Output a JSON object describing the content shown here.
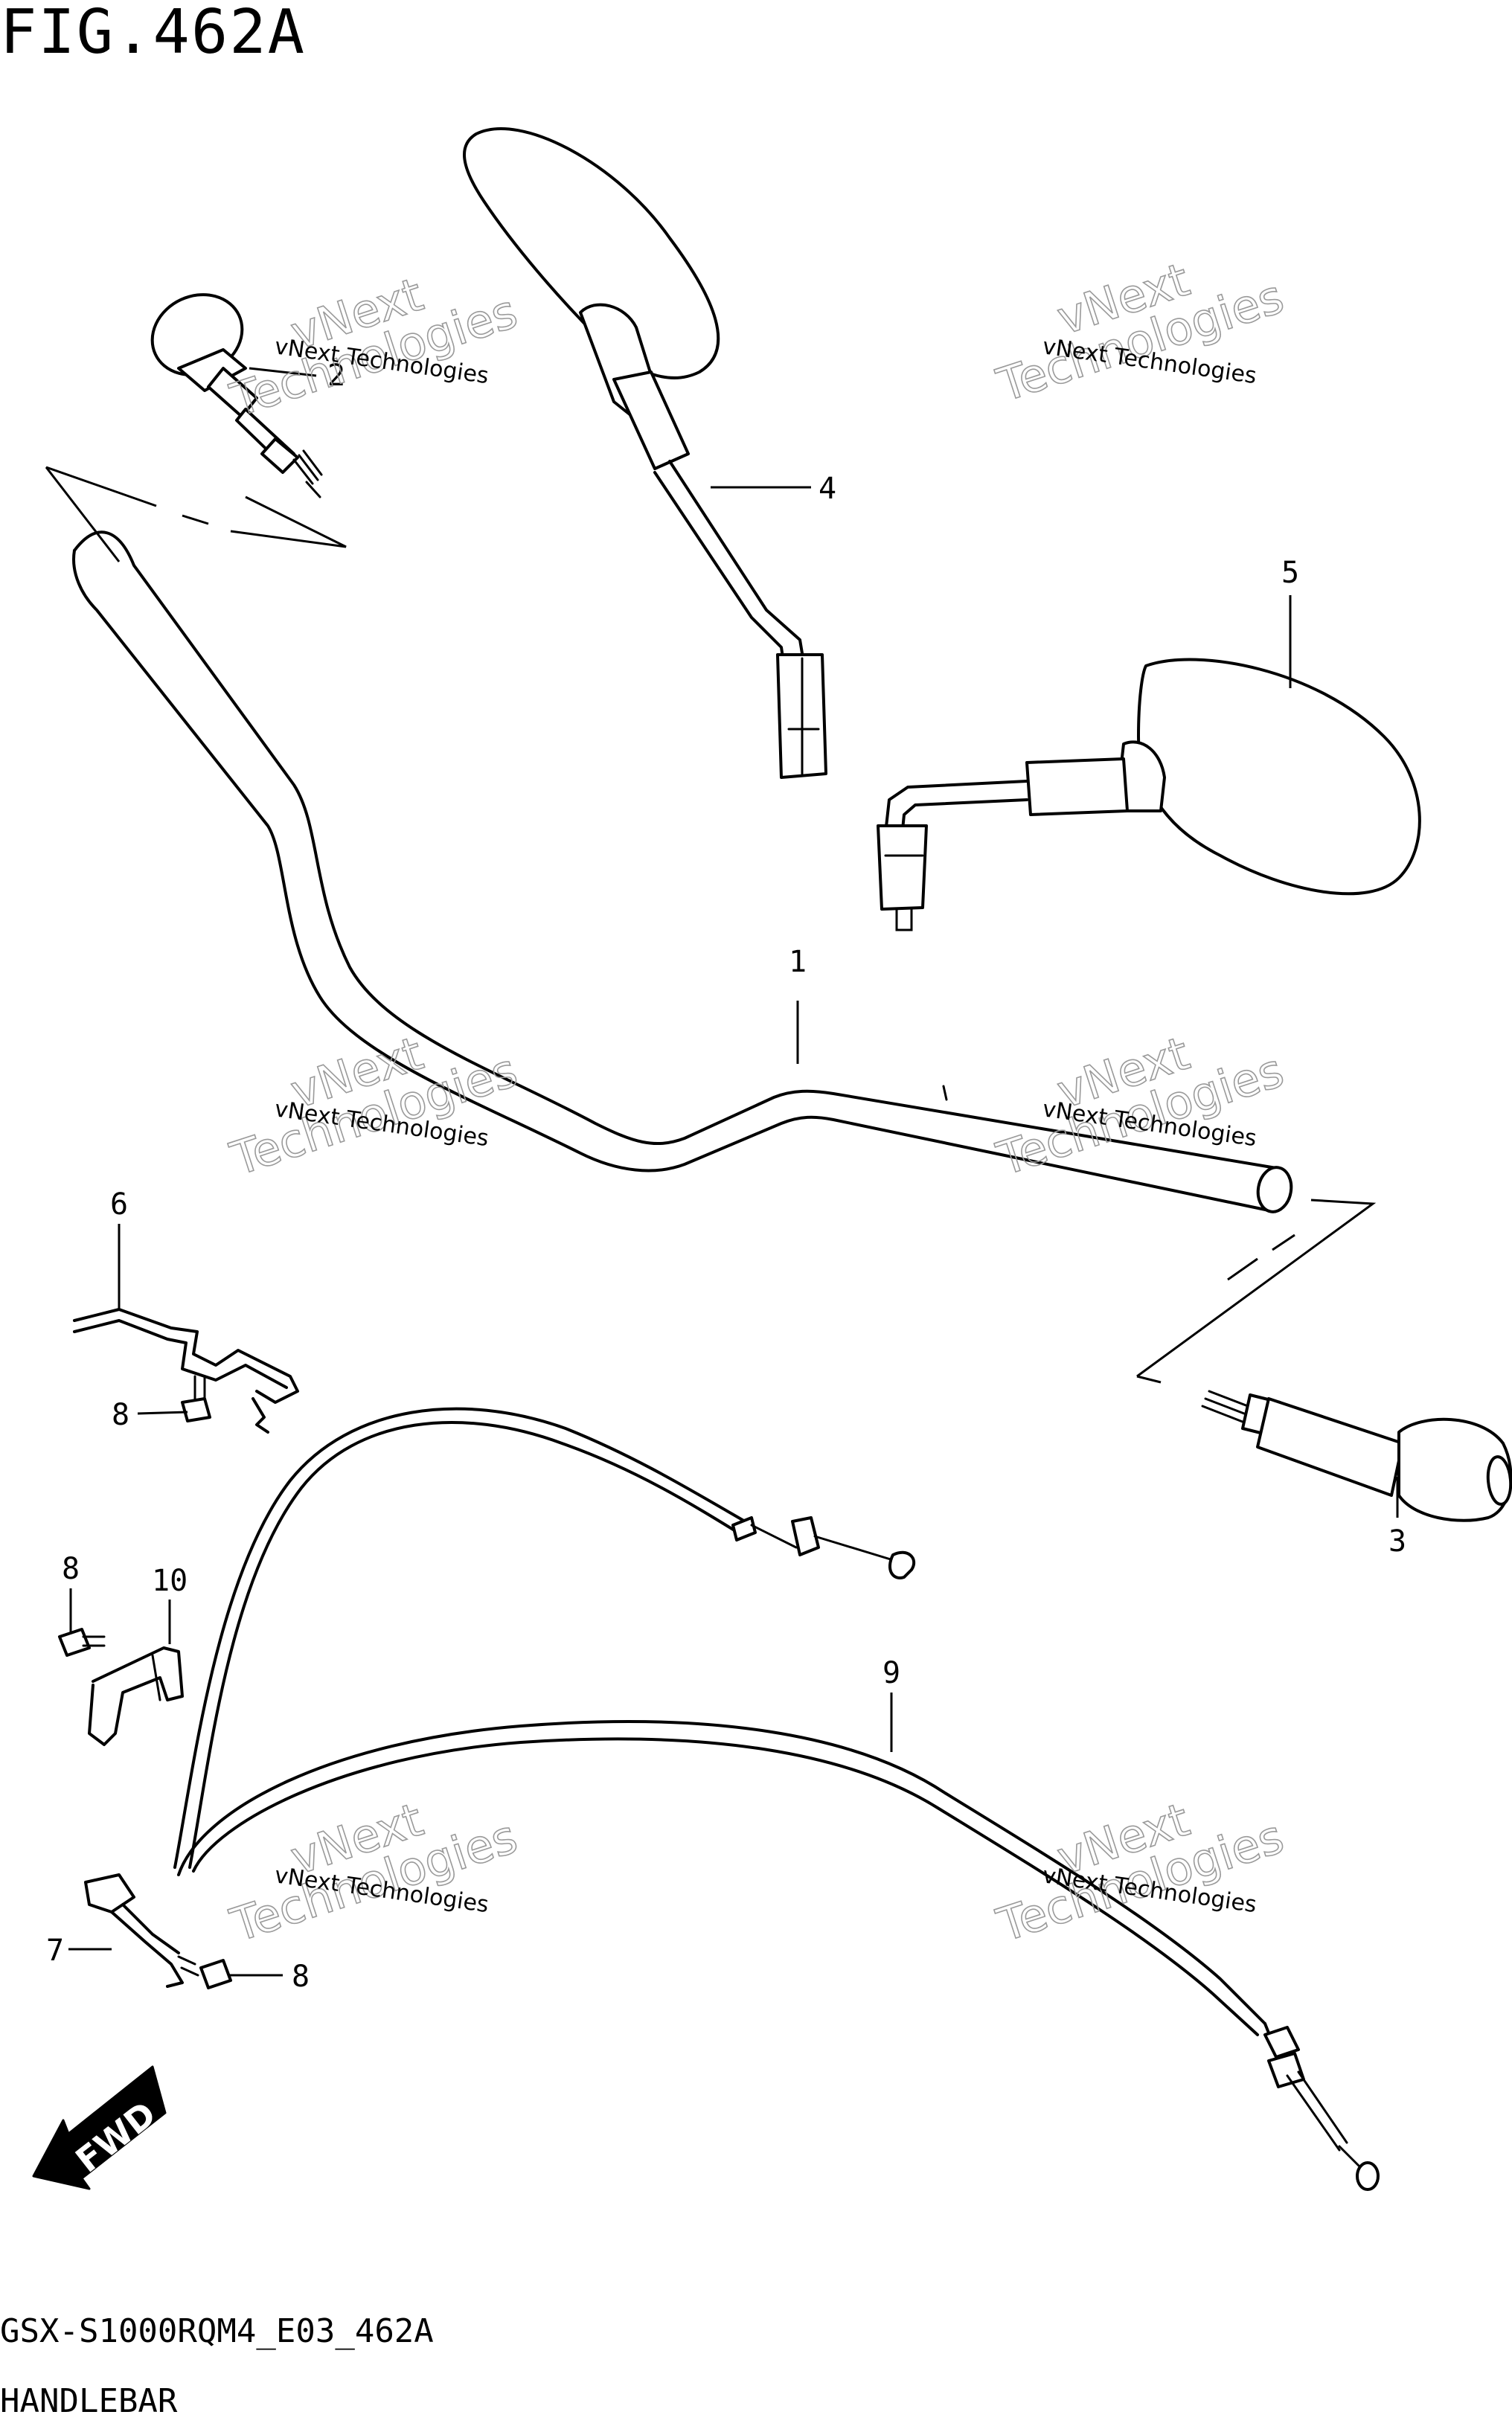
{
  "figure": {
    "title": "FIG.462A",
    "model_code": "GSX-S1000RQM4_E03_462A",
    "name": "HANDLEBAR"
  },
  "callouts": [
    {
      "id": "callout-1",
      "label": "1"
    },
    {
      "id": "callout-2",
      "label": "2"
    },
    {
      "id": "callout-3",
      "label": "3"
    },
    {
      "id": "callout-4",
      "label": "4"
    },
    {
      "id": "callout-5",
      "label": "5"
    },
    {
      "id": "callout-6",
      "label": "6"
    },
    {
      "id": "callout-7",
      "label": "7"
    },
    {
      "id": "callout-8a",
      "label": "8"
    },
    {
      "id": "callout-8b",
      "label": "8"
    },
    {
      "id": "callout-8c",
      "label": "8"
    },
    {
      "id": "callout-9",
      "label": "9"
    },
    {
      "id": "callout-10",
      "label": "10"
    }
  ],
  "watermark": {
    "small": "vNext Technologies",
    "big_line1": "vNext",
    "big_line2": "Technologies"
  },
  "fwd_label": "FWD"
}
